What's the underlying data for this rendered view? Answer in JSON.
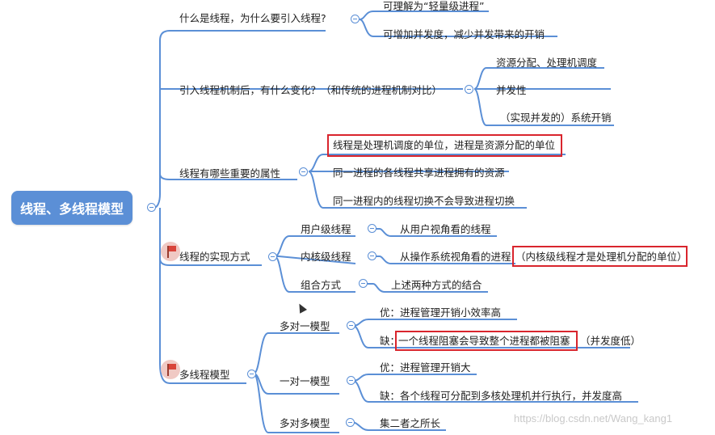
{
  "mindmap": {
    "root": "线程、多线程模型",
    "branches": [
      {
        "label": "什么是线程，为什么要引入线程?",
        "children": [
          "可理解为“轻量级进程”",
          "可增加并发度，减少并发带来的开销"
        ]
      },
      {
        "label": "引入线程机制后，有什么变化？（和传统的进程机制对比）",
        "children": [
          "资源分配、处理机调度",
          "并发性",
          "（实现并发的）系统开销"
        ]
      },
      {
        "label": "线程有哪些重要的属性",
        "children": [
          "线程是处理机调度的单位，进程是资源分配的单位",
          "同一进程的各线程共享进程拥有的资源",
          "同一进程内的线程切换不会导致进程切换"
        ]
      },
      {
        "label": "线程的实现方式",
        "sub": [
          {
            "label": "用户级线程",
            "children": [
              "从用户视角看的线程"
            ]
          },
          {
            "label": "内核级线程",
            "children": [
              "从操作系统视角看的进程"
            ],
            "note": "（内核级线程才是处理机分配的单位）"
          },
          {
            "label": "组合方式",
            "children": [
              "上述两种方式的结合"
            ]
          }
        ]
      },
      {
        "label": "多线程模型",
        "sub": [
          {
            "label": "多对一模型",
            "children": [
              "优：进程管理开销小效率高",
              "缺："
            ],
            "highlight": "一个线程阻塞会导致整个进程都被阻塞",
            "suffix": "（并发度低）"
          },
          {
            "label": "一对一模型",
            "children": [
              "优：进程管理开销大",
              "缺：各个线程可分配到多核处理机并行执行，并发度高"
            ]
          },
          {
            "label": "多对多模型",
            "children": [
              "集二者之所长"
            ]
          }
        ]
      }
    ]
  },
  "watermark": "https://blog.csdn.net/Wang_kang1",
  "colors": {
    "line": "#5b8fd6",
    "highlight": "#d9252d",
    "root_bg": "#5b8fd6"
  }
}
